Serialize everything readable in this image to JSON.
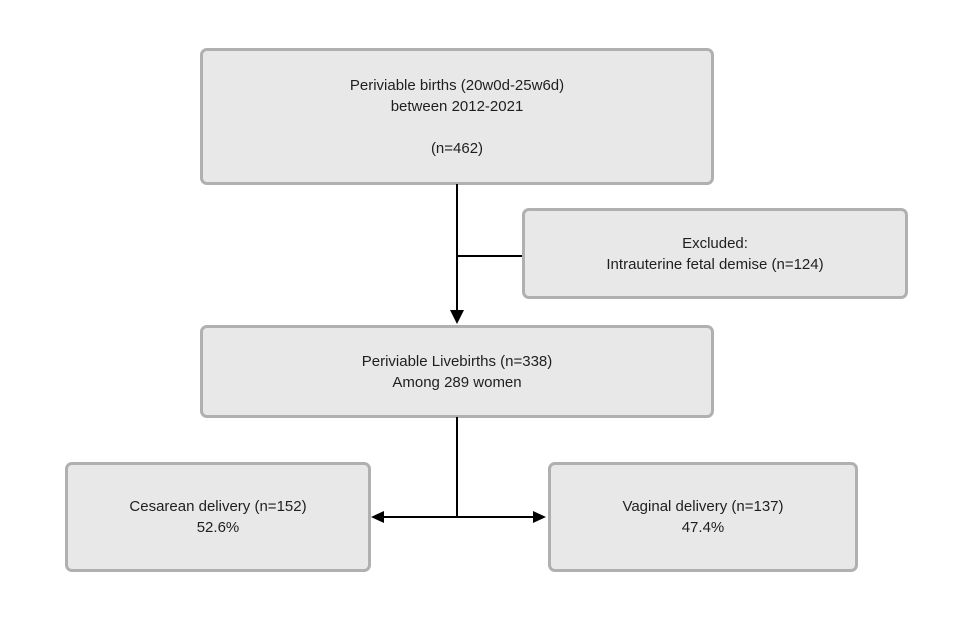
{
  "boxes": {
    "periviable_births": {
      "lines": [
        "Periviable births (20w0d-25w6d)",
        "between 2012-2021",
        "",
        "(n=462)"
      ]
    },
    "excluded": {
      "lines": [
        "Excluded:",
        "Intrauterine fetal demise (n=124)"
      ]
    },
    "livebirths": {
      "lines": [
        "Periviable Livebirths (n=338)",
        "Among 289 women"
      ]
    },
    "cesarean": {
      "lines": [
        "Cesarean delivery (n=152)",
        "52.6%"
      ]
    },
    "vaginal": {
      "lines": [
        "Vaginal delivery (n=137)",
        "47.4%"
      ]
    }
  },
  "colors": {
    "background": "#ffffff",
    "box_fill": "#e8e8e8",
    "box_border": "#b0b0b0",
    "line_color": "#000000",
    "text_color": "#1f1f1f"
  }
}
